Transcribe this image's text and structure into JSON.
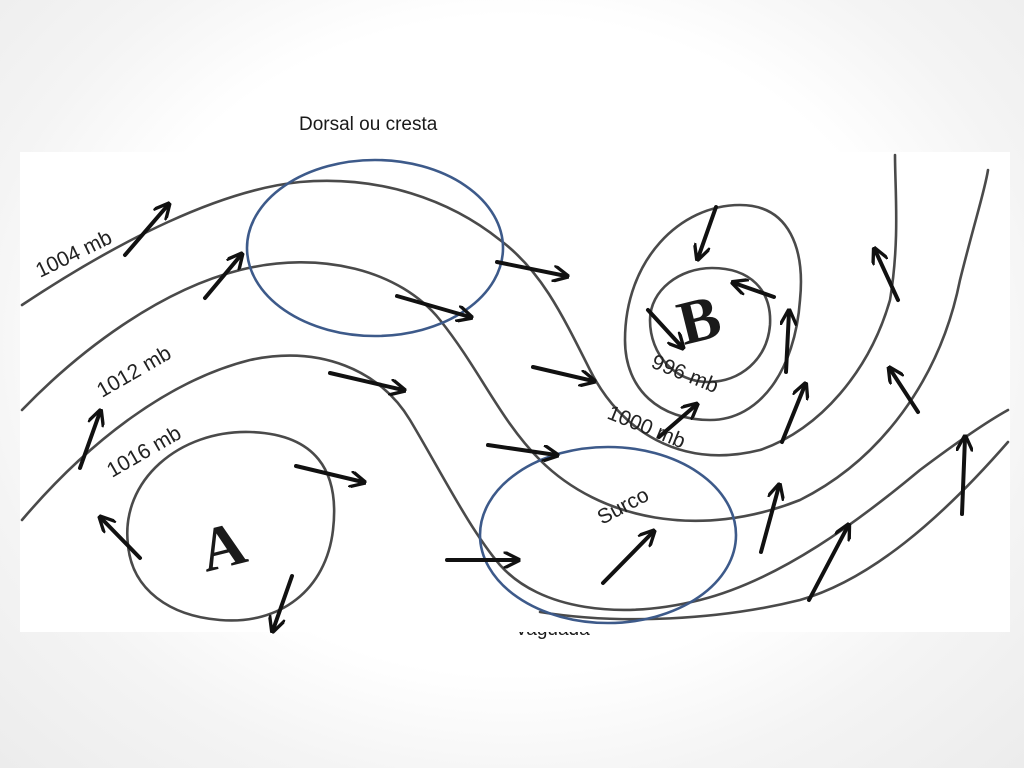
{
  "captions": {
    "top": "Dorsal ou cresta",
    "bottom": "Vaguada"
  },
  "isobar_labels": {
    "p1004": "1004 mb",
    "p1012": "1012 mb",
    "p1016": "1016 mb",
    "p996": "996 mb",
    "p1000": "1000 mb"
  },
  "features": {
    "trough": "Surco",
    "high": "A",
    "low": "B"
  },
  "colors": {
    "isobar": "#4a4a4a",
    "highlight_ring": "#3d5a8a",
    "arrow": "#111111"
  }
}
